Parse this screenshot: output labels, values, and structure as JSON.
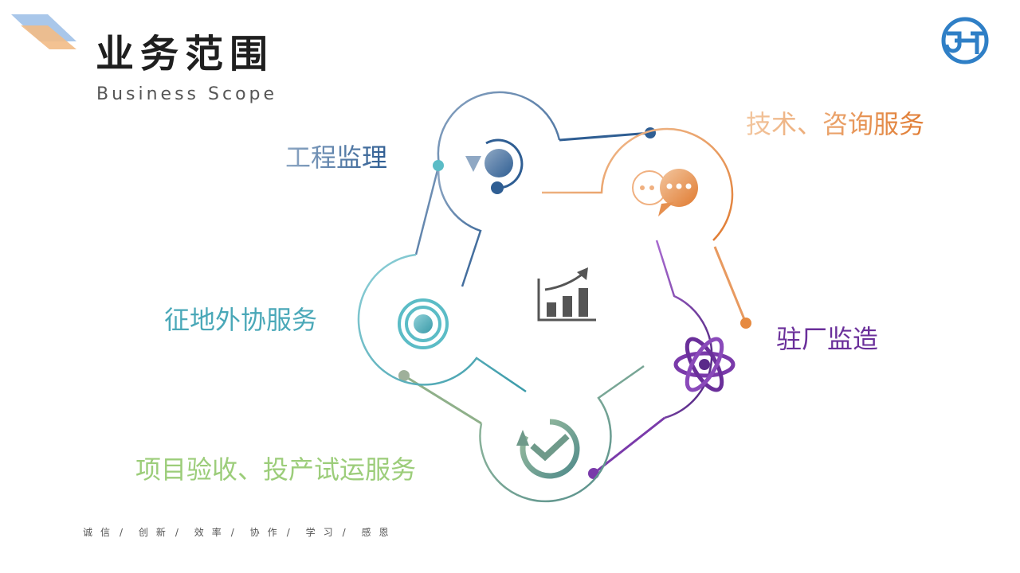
{
  "header": {
    "title": "业务范围",
    "subtitle": "Business Scope"
  },
  "colors": {
    "supervision": "#2f5e93",
    "tech": "#e08a40",
    "resident": "#6a2f9a",
    "acceptance": "#6f9a8a",
    "land": "#4aa8b8"
  },
  "services": {
    "supervision": "工程监理",
    "tech": "技术、咨询服务",
    "resident": "驻厂监造",
    "acceptance": "项目验收、投产试运服务",
    "land": "征地外协服务"
  },
  "icons": {
    "center": "growth-chart-icon",
    "supervision": "refresh-icon",
    "tech": "chat-bubbles-icon",
    "resident": "atom-icon",
    "acceptance": "check-circle-icon",
    "land": "target-icon"
  },
  "motto": [
    "诚信",
    "创新",
    "效率",
    "协作",
    "学习",
    "感恩"
  ]
}
